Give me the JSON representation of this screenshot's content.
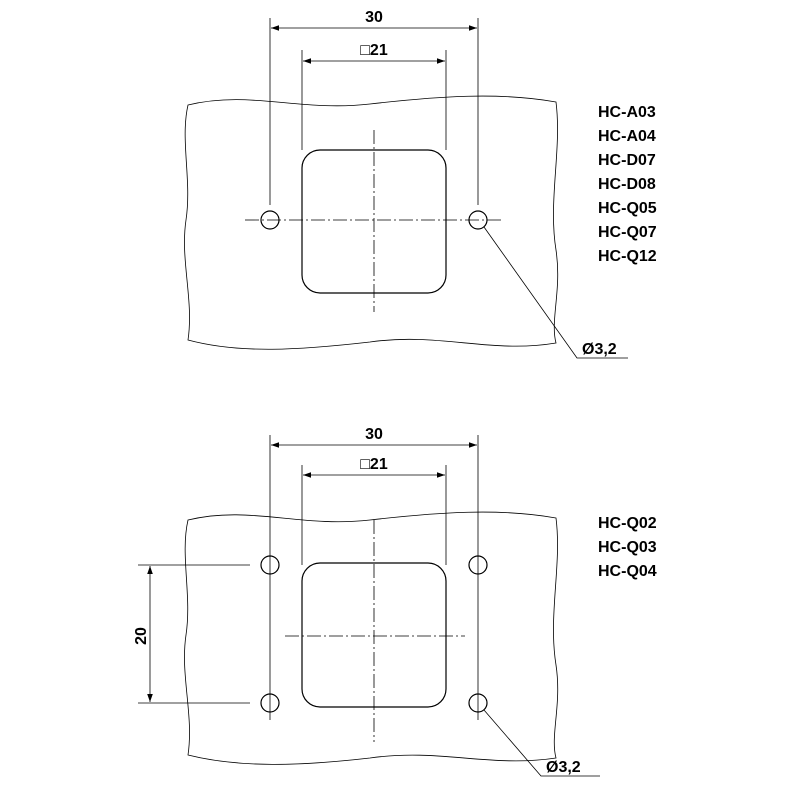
{
  "top": {
    "dim_width": "30",
    "dim_square": "□21",
    "hole_label": "Ø3,2",
    "models": [
      "HC-A03",
      "HC-A04",
      "HC-D07",
      "HC-D08",
      "HC-Q05",
      "HC-Q07",
      "HC-Q12"
    ]
  },
  "bottom": {
    "dim_width": "30",
    "dim_square": "□21",
    "dim_height": "20",
    "hole_label": "Ø3,2",
    "models": [
      "HC-Q02",
      "HC-Q03",
      "HC-Q04"
    ]
  }
}
